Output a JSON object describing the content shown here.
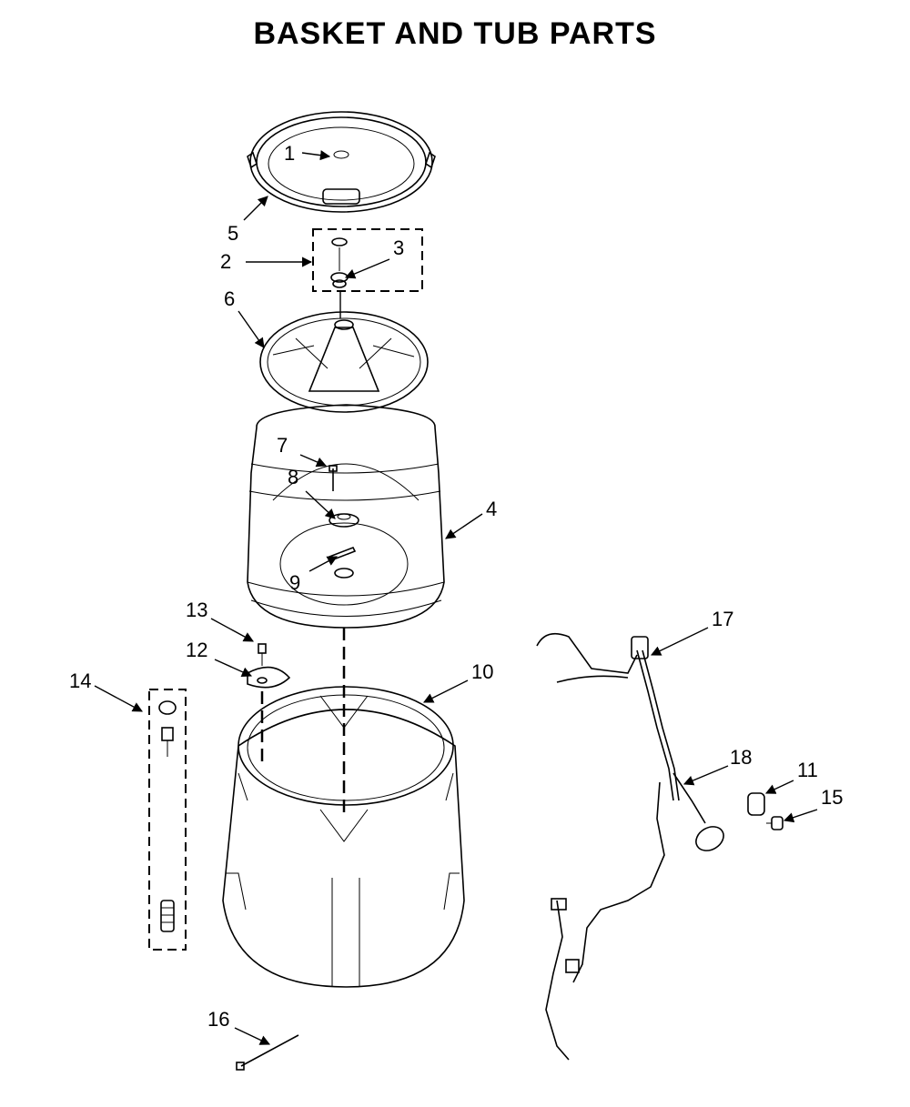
{
  "title": "BASKET AND TUB PARTS",
  "callouts": [
    "1",
    "2",
    "3",
    "4",
    "5",
    "6",
    "7",
    "8",
    "9",
    "10",
    "11",
    "12",
    "13",
    "14",
    "15",
    "16",
    "17",
    "18"
  ],
  "parts": [
    {
      "id": "balance-ring",
      "callout": "5"
    },
    {
      "id": "hub-cap",
      "callout": "1"
    },
    {
      "id": "basket-hardware-kit",
      "callout": "2"
    },
    {
      "id": "washer-nut",
      "callout": "3"
    },
    {
      "id": "impeller",
      "callout": "6"
    },
    {
      "id": "basket",
      "callout": "4"
    },
    {
      "id": "screw",
      "callout": "7"
    },
    {
      "id": "hub",
      "callout": "8"
    },
    {
      "id": "drive-key",
      "callout": "9"
    },
    {
      "id": "outer-tub",
      "callout": "10"
    },
    {
      "id": "bracket",
      "callout": "12"
    },
    {
      "id": "screw-small",
      "callout": "13"
    },
    {
      "id": "suspension-kit",
      "callout": "14"
    },
    {
      "id": "wire-harness",
      "callout": "17"
    },
    {
      "id": "pressure-hose",
      "callout": "18"
    },
    {
      "id": "clip",
      "callout": "11"
    },
    {
      "id": "fastener",
      "callout": "15"
    },
    {
      "id": "cable-tie",
      "callout": "16"
    }
  ]
}
